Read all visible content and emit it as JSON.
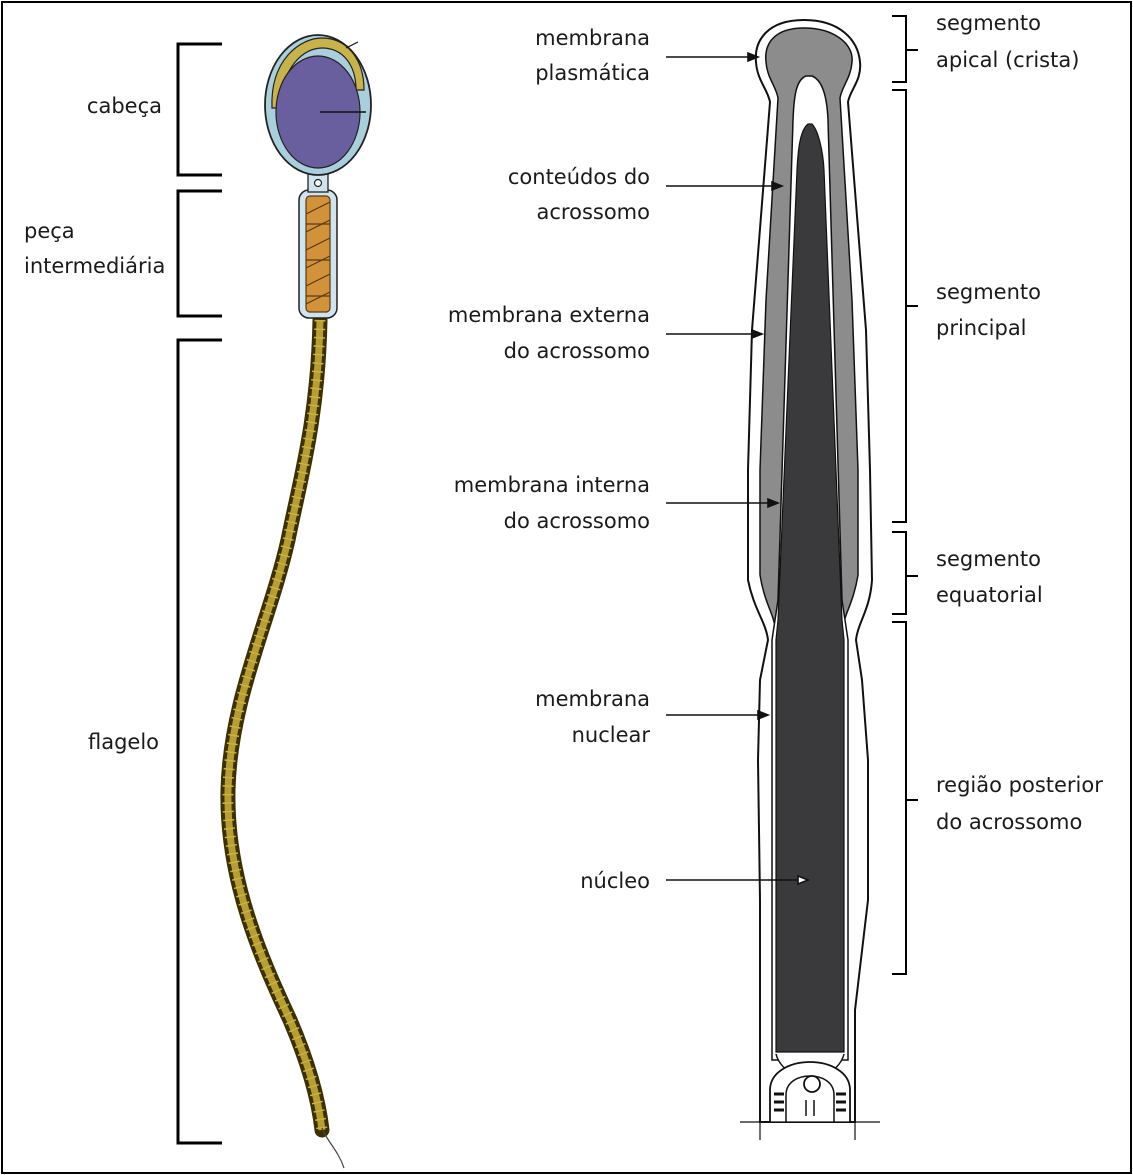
{
  "left_labels": {
    "head": "cabeça",
    "midpiece_line1": "peça",
    "midpiece_line2": "intermediária",
    "flagellum": "flagelo"
  },
  "center_labels": {
    "plasma_membrane_line1": "membrana",
    "plasma_membrane_line2": "plasmática",
    "acrosome_contents_line1": "conteúdos do",
    "acrosome_contents_line2": "acrossomo",
    "outer_membrane_line1": "membrana externa",
    "outer_membrane_line2": "do acrossomo",
    "inner_membrane_line1": "membrana interna",
    "inner_membrane_line2": "do acrossomo",
    "nuclear_membrane_line1": "membrana",
    "nuclear_membrane_line2": "nuclear",
    "nucleus": "núcleo"
  },
  "right_labels": {
    "apical_line1": "segmento",
    "apical_line2": "apical (crista)",
    "principal_line1": "segmento",
    "principal_line2": "principal",
    "equatorial_line1": "segmento",
    "equatorial_line2": "equatorial",
    "posterior_line1": "região posterior",
    "posterior_line2": "do acrossomo"
  },
  "colors": {
    "nucleus_purple": "#6a5f9e",
    "head_outline_blue": "#9cc4d4",
    "acrosome_cap_yellow": "#c8b24a",
    "midpiece_orange": "#d2923a",
    "flagellum_yellow": "#cdb23c",
    "acrosome_gray": "#8c8c8c",
    "nucleus_dark": "#3a3a3c"
  }
}
